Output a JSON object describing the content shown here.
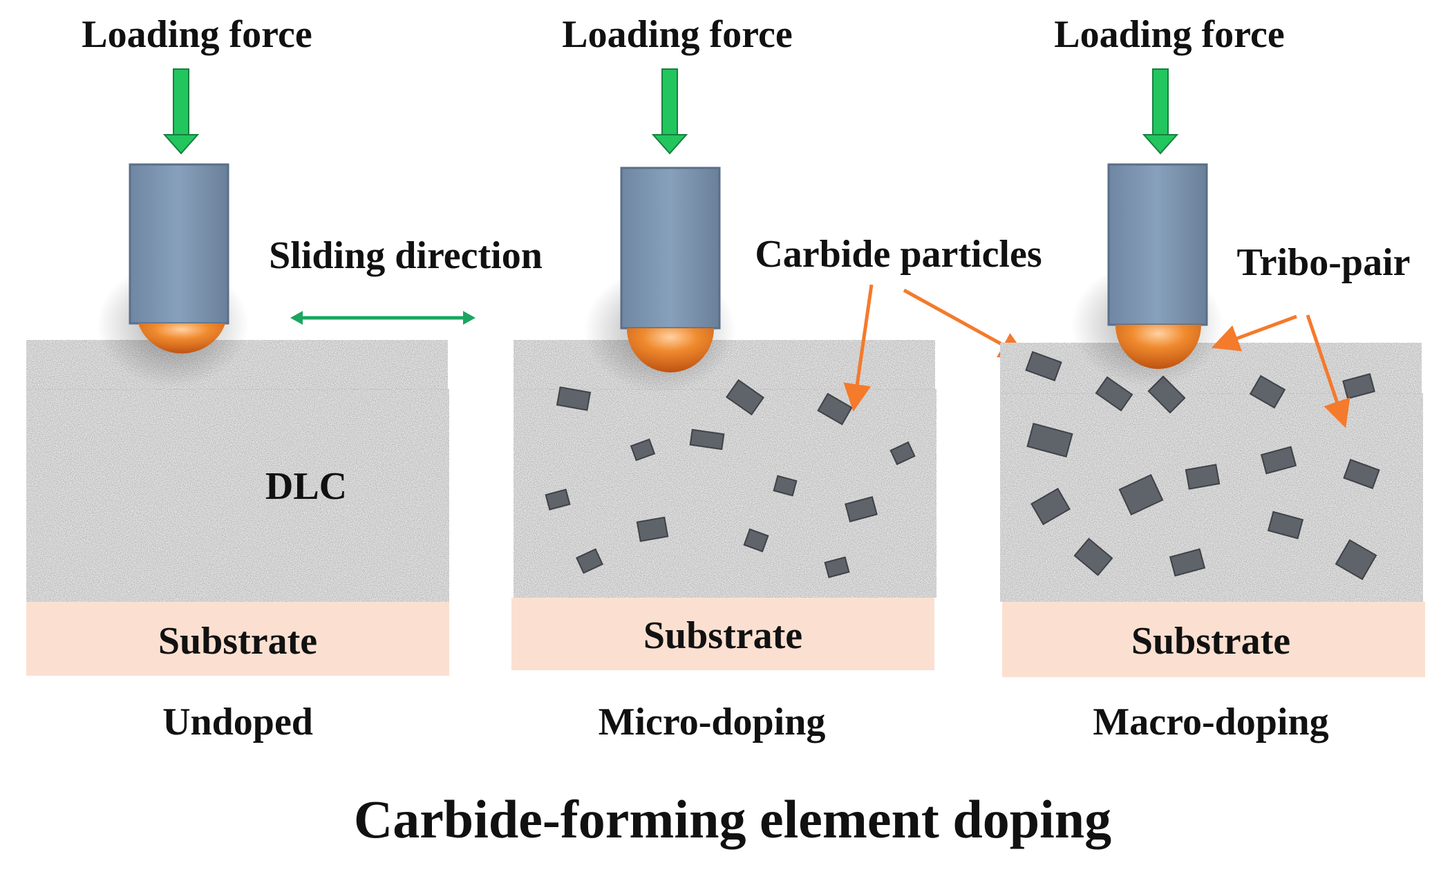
{
  "labels": {
    "loading_force": "Loading force",
    "sliding_direction": "Sliding direction",
    "carbide_particles": "Carbide particles",
    "tribo_pair": "Tribo-pair",
    "dlc": "DLC",
    "substrate": "Substrate",
    "main_title": "Carbide-forming element doping"
  },
  "panels": [
    {
      "caption": "Undoped"
    },
    {
      "caption": "Micro-doping"
    },
    {
      "caption": "Macro-doping"
    }
  ],
  "colors": {
    "force_arrow": "#22c55e",
    "sliding_arrow": "#1aa660",
    "pointer_arrow": "#f47a2c",
    "pin_body": "#7e97b2",
    "ball": "#e06a16",
    "substrate": "#fbe0d1",
    "dlc_film": "#e4e4e4",
    "particle": "#5f636a"
  }
}
